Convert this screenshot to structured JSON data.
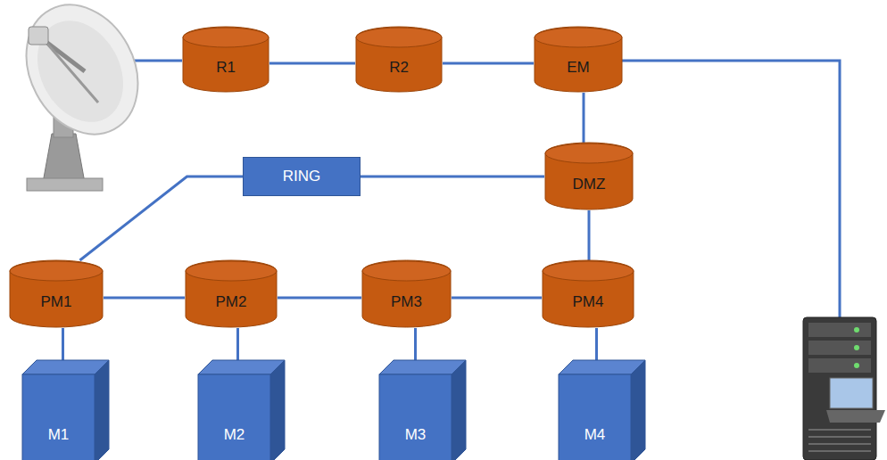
{
  "diagram": {
    "nodes": [
      {
        "text": [
          "R1"
        ]
      },
      {
        "text": [
          "R2"
        ]
      },
      {
        "text": [
          "EM"
        ]
      },
      {
        "text": [
          "RING"
        ]
      },
      {
        "text": [
          "DMZ"
        ]
      },
      {
        "text": [
          "PM1"
        ]
      },
      {
        "text": [
          "PM2"
        ]
      },
      {
        "text": [
          "PM3"
        ]
      },
      {
        "text": [
          "PM4"
        ]
      },
      {
        "text": [
          "M1"
        ]
      },
      {
        "text": [
          "M2"
        ]
      },
      {
        "text": [
          "M3"
        ]
      },
      {
        "text": [
          "M4"
        ]
      }
    ],
    "edges": [
      {
        "from": 0,
        "to": 1,
        "arrow": "none"
      },
      {
        "from": 1,
        "to": 2,
        "arrow": "none"
      },
      {
        "from": 2,
        "to": 4,
        "arrow": "none"
      },
      {
        "from": 3,
        "to": 4,
        "arrow": "none"
      },
      {
        "from": 3,
        "to": 5,
        "arrow": "none"
      },
      {
        "from": 4,
        "to": 8,
        "arrow": "none"
      },
      {
        "from": 5,
        "to": 6,
        "arrow": "none"
      },
      {
        "from": 6,
        "to": 7,
        "arrow": "none"
      },
      {
        "from": 7,
        "to": 8,
        "arrow": "none"
      },
      {
        "from": 5,
        "to": 9,
        "arrow": "none"
      },
      {
        "from": 6,
        "to": 10,
        "arrow": "none"
      },
      {
        "from": 7,
        "to": 11,
        "arrow": "none"
      },
      {
        "from": 8,
        "to": 12,
        "arrow": "none"
      }
    ]
  }
}
